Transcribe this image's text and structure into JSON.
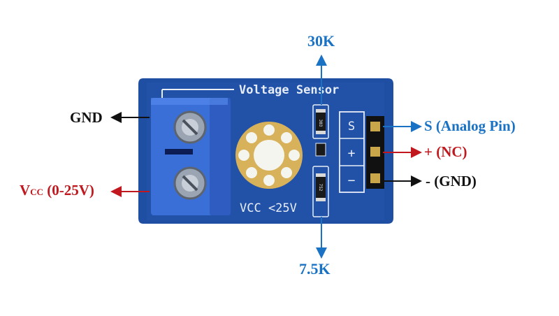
{
  "labels": {
    "top_resistor": "30K",
    "bottom_resistor": "7.5K",
    "gnd_terminal": "GND",
    "vcc_prefix": "V",
    "vcc_sub": "CC",
    "vcc_range": "(0-25V)",
    "pin_s": "S (Analog Pin)",
    "pin_plus": "+ (NC)",
    "pin_minus": "-  (GND)"
  },
  "board": {
    "title": "Voltage Sensor",
    "vcc_silkscreen": "VCC <25V",
    "pin_s_mark": "S",
    "pin_plus_mark": "+",
    "pin_minus_mark": "−",
    "resistor_top_code": "303",
    "resistor_bottom_code": "752"
  },
  "colors": {
    "pcb": "#1f4fa3",
    "blue_label": "#1a72c4",
    "red_label": "#c0181e",
    "black_label": "#111111",
    "terminal_block": "#3a6fd8",
    "gold_pad": "#d8b25a"
  }
}
